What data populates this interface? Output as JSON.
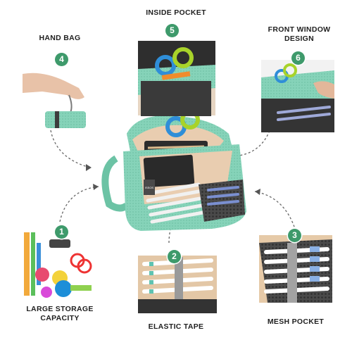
{
  "features": [
    {
      "number": "1",
      "label_line1": "LARGE STORAGE",
      "label_line2": "CAPACITY",
      "icon": "stationery-supplies"
    },
    {
      "number": "2",
      "label_line1": "ELASTIC TAPE",
      "label_line2": "",
      "icon": "elastic-tape-pens"
    },
    {
      "number": "3",
      "label_line1": "MESH POCKET",
      "label_line2": "",
      "icon": "mesh-pocket"
    },
    {
      "number": "4",
      "label_line1": "HAND BAG",
      "label_line2": "",
      "icon": "hand-carry-strap"
    },
    {
      "number": "5",
      "label_line1": "INSIDE POCKET",
      "label_line2": "",
      "icon": "inside-pocket-scissors"
    },
    {
      "number": "6",
      "label_line1": "FRONT WINDOW",
      "label_line2": "DESIGN",
      "icon": "front-window-pocket"
    }
  ],
  "product": {
    "brand_tag": "ISSOS"
  },
  "colors": {
    "case_green": "#7fd0b4",
    "accent_green": "#3e9a6b",
    "lining": "#e9cdb0",
    "dark_fabric": "#3a3a3a"
  }
}
